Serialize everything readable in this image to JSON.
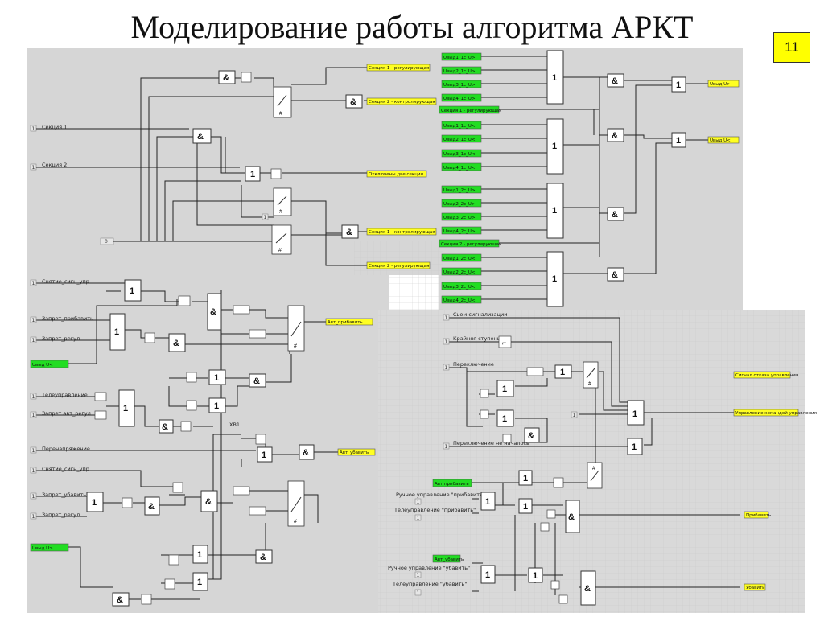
{
  "slide": {
    "title": "Моделирование работы алгоритма АРКТ",
    "page_number": "11"
  },
  "colors": {
    "panel": "#d6d6d6",
    "grid": "#c9c9c9",
    "green": "#22dd22",
    "yellow": "#ffff22"
  },
  "gates": {
    "and": "&",
    "or": "1",
    "switch": "#",
    "step": "⌐",
    "not": "○"
  },
  "panel_top_left": {
    "inputs": [
      "Секция 1",
      "Секция 2",
      "0"
    ],
    "outputs": [
      "Секция 1 - регулирующая",
      "Секция 2 - контролирующая",
      "Отключены две секции",
      "Секция 1 - контролирующая",
      "Секция 2 - регулирующая"
    ]
  },
  "panel_top_right": {
    "inputs_a": [
      "Uвыд1_1с_U>",
      "Uвыд2_1с_U>",
      "Uвыд3_1с_U>",
      "Uвыд4_1с_U>"
    ],
    "mid_a": "Секция 1 - регулирующая",
    "inputs_b": [
      "Uвыд1_1с_U<",
      "Uвыд2_1с_U<",
      "Uвыд3_1с_U<",
      "Uвыд4_1с_U<"
    ],
    "inputs_c": [
      "Uвыд1_2с_U>",
      "Uвыд2_2с_U>",
      "Uвыд3_2с_U>",
      "Uвыд4_2с_U>"
    ],
    "mid_b": "Секция 2 - регулирующая",
    "inputs_d": [
      "Uвыд1_2с_U<",
      "Uвыд2_2с_U<",
      "Uвыд3_2с_U<",
      "Uвыд4_2с_U<"
    ],
    "outputs": [
      "Uвыд U>",
      "Uвыд U<"
    ]
  },
  "panel_bottom_left": {
    "inputs": [
      "Снятие_сигн_упр",
      "Запрет_прибавить",
      "Запрет_регул",
      "Uвыд U<",
      "Телеуправление",
      "Запрет авт_регул",
      "Перенапряжение",
      "Снятие_сигн_упр",
      "Запрет_убавить",
      "Запрет_регул",
      "Uвыд U>"
    ],
    "outputs": [
      "Авт_прибавить",
      "Авт_убавить"
    ],
    "mid_label": "ХВ1"
  },
  "panel_bottom_right": {
    "inputs": [
      "Сьем сигнализации",
      "Крайняя ступень",
      "Переключение",
      "Переключение не началось",
      "Ручное управление \"прибавить\"",
      "Телеуправление \"прибавить\"",
      "Ручное управление \"убавить\"",
      "Телеуправление \"убавить\""
    ],
    "green_inputs": [
      "Авт прибавить",
      "Авт_убавить"
    ],
    "outputs": [
      "Сигнал отказа управления",
      "Управление командой управления",
      "Прибавить",
      "Убавить"
    ],
    "const": "1"
  }
}
